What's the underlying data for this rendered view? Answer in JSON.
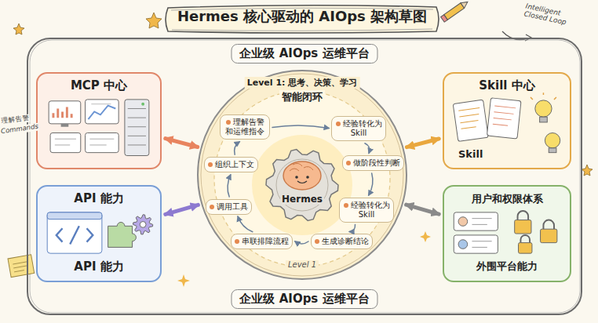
{
  "diagram": {
    "title": "Hermes 核心驱动的 AIOps 架构草图",
    "nodes": [
      {
        "text": [
          "企业级 AIOps 运维平台",
          "企业级 AIOps 运维平台"
        ]
      },
      {
        "text": [
          "MCP 中心"
        ],
        "in": 0
      },
      {
        "text": [
          "Skill 中心",
          "Skill"
        ],
        "in": 0
      },
      {
        "text": [
          "API 能力",
          "API 能力"
        ],
        "in": 0
      },
      {
        "text": [
          "用户和权限体系",
          "外围平台能力"
        ],
        "in": 0
      },
      {
        "text": [
          "Level 1: 思考、决策、学习",
          "智能闭环",
          "Level 1"
        ],
        "in": 0
      },
      {
        "text": [
          "Hermes"
        ],
        "in": 5
      },
      {
        "text": [
          "理解告警和运维指令"
        ],
        "in": 5
      },
      {
        "text": [
          "经验转化为Skill"
        ],
        "in": 5
      },
      {
        "text": [
          "做阶段性判断"
        ],
        "in": 5
      },
      {
        "text": [
          "经验转化为Skill"
        ],
        "in": 5
      },
      {
        "text": [
          "生成诊断结论"
        ],
        "in": 5
      },
      {
        "text": [
          "串联排障流程"
        ],
        "in": 5
      },
      {
        "text": [
          "调用工具"
        ],
        "in": 5
      },
      {
        "text": [
          "组织上下文"
        ],
        "in": 5
      }
    ],
    "edges": [
      {
        "from": 1,
        "to": 5,
        "arrow": "both"
      },
      {
        "from": 2,
        "to": 5,
        "arrow": "both"
      },
      {
        "from": 3,
        "to": 5,
        "arrow": "both"
      },
      {
        "from": 4,
        "to": 5,
        "arrow": "both"
      },
      {
        "from": 7,
        "to": 8,
        "arrow": "to"
      },
      {
        "from": 8,
        "to": 9,
        "arrow": "to"
      },
      {
        "from": 9,
        "to": 10,
        "arrow": "to"
      },
      {
        "from": 10,
        "to": 11,
        "arrow": "to"
      },
      {
        "from": 11,
        "to": 12,
        "arrow": "to"
      },
      {
        "from": 12,
        "to": 13,
        "arrow": "to"
      },
      {
        "from": 13,
        "to": 14,
        "arrow": "to"
      },
      {
        "from": 14,
        "to": 7,
        "arrow": "to"
      }
    ],
    "labels": [
      "Intelligent Closed Loop",
      "理解告警",
      "Commands"
    ]
  }
}
